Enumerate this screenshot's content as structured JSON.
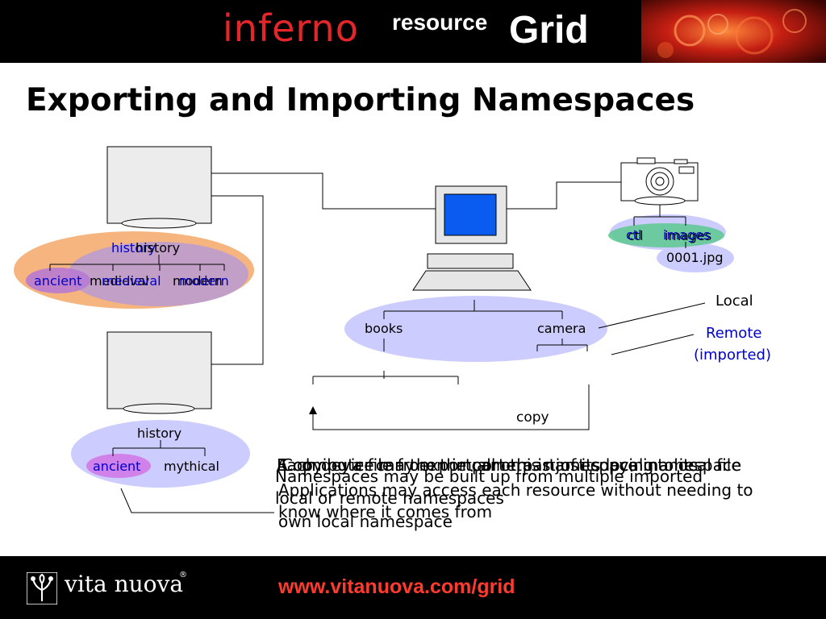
{
  "header": {
    "brand_inferno": "inferno",
    "brand_resource": "resource",
    "brand_grid": "Grid"
  },
  "title": "Exporting and Importing Namespaces",
  "diagram": {
    "top_server": {
      "tree_root_front": "history",
      "tree_root_back": "history",
      "children_front": [
        "ancient",
        "medieval",
        "modern"
      ],
      "children_back": [
        "medieval",
        "modern"
      ]
    },
    "bottom_server": {
      "tree_root": "history",
      "children": [
        "ancient",
        "mythical"
      ]
    },
    "camera": {
      "children_front": [
        "ctl",
        "images"
      ],
      "children_back": [
        "ctl",
        "images"
      ],
      "file": "0001.jpg"
    },
    "computer": {
      "children": [
        "books",
        "camera"
      ]
    },
    "legend": {
      "local": "Local",
      "remote_line1": "Remote",
      "remote_line2": "(imported)"
    },
    "copy_label": "copy",
    "overlapping_captions": [
      "Each device may export all or part of its local namespace",
      "A computer can then import this namespace into its own local namespace",
      "Namespaces may be built up from multiple imported local or remote namespaces",
      "Applications may access each resource without needing to know where it comes from",
      "Copying a file from the camera is just copying a local file"
    ]
  },
  "footer": {
    "company": "vita nuova",
    "registered": "®",
    "url": "www.vitanuova.com/grid"
  },
  "colors": {
    "header_bg": "#000000",
    "inferno_red": "#e4262b",
    "url_red": "#ff3a2f",
    "local_blob": "#ccccff",
    "remote_blob": "#f5a868",
    "text_blue": "#0000cc",
    "screen_blue": "#0a5cf0"
  }
}
